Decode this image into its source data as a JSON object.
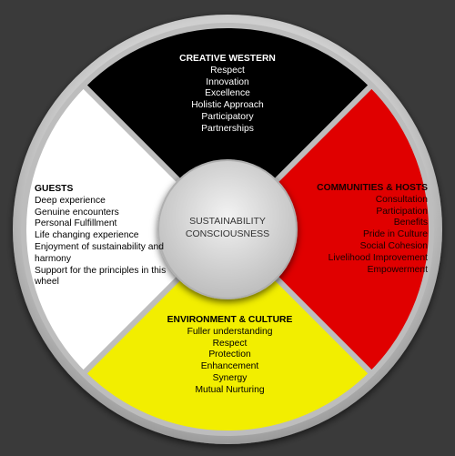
{
  "center": {
    "line1": "SUSTAINABILITY",
    "line2": "CONSCIOUSNESS"
  },
  "quadrants": {
    "top": {
      "title": "CREATIVE WESTERN",
      "items": [
        "Respect",
        "Innovation",
        "Excellence",
        "Holistic Approach",
        "Participatory",
        "Partnerships"
      ],
      "color": "#000000"
    },
    "right": {
      "title": "COMMUNITIES & HOSTS",
      "items": [
        "Consultation",
        "Participation",
        "Benefits",
        "Pride in Culture",
        "Social Cohesion",
        "Livelihood Improvement",
        "Empowerment"
      ],
      "color": "#e00000"
    },
    "bottom": {
      "title": "ENVIRONMENT & CULTURE",
      "items": [
        "Fuller understanding",
        "Respect",
        "Protection",
        "Enhancement",
        "Synergy",
        "Mutual Nurturing"
      ],
      "color": "#f2ee00"
    },
    "left": {
      "title": "GUESTS",
      "items": [
        "Deep experience",
        "Genuine encounters",
        "Personal Fulfillment",
        "Life changing experience",
        "Enjoyment of sustainability and harmony",
        "Support for the principles in this wheel"
      ],
      "color": "#ffffff"
    }
  }
}
